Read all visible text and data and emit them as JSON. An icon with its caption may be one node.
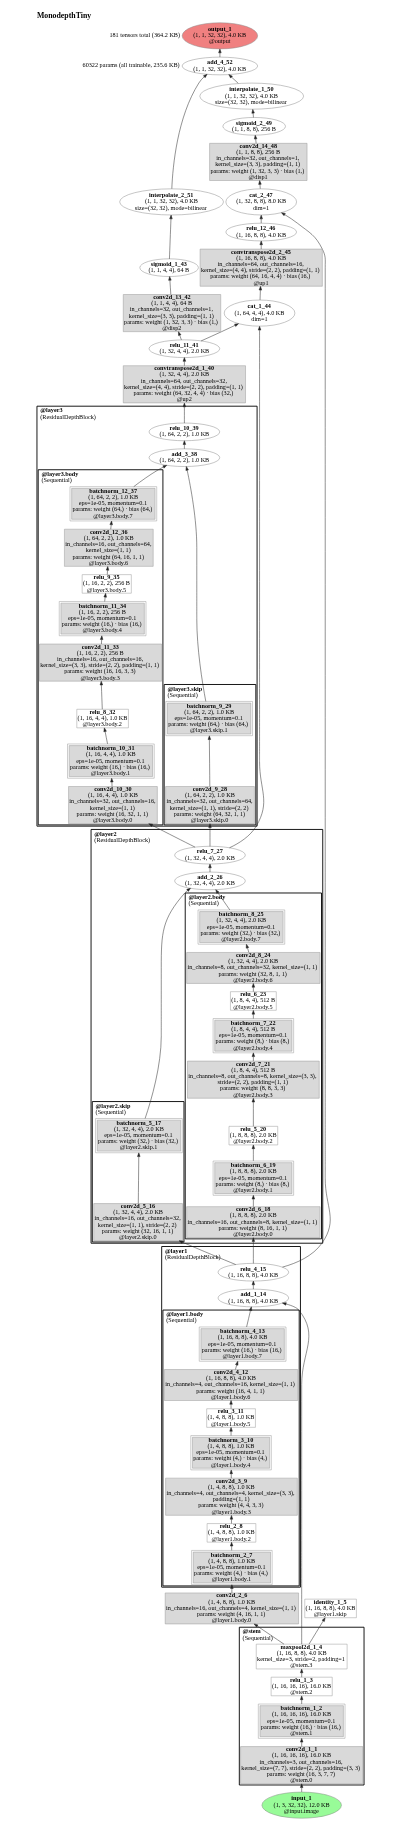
{
  "diagram": {
    "title": "MonodepthTiny",
    "labels": [
      "181 tensors total (364.2 KB)",
      "60322 params (all trainable, 235.6 KB)"
    ],
    "nodes": [
      {
        "text": [
          "output_1",
          "(1, 1, 32, 32), 4.0 KB",
          "@output"
        ]
      },
      {
        "text": [
          "add_4_52",
          "(1, 1, 32, 32), 4.0 KB"
        ]
      },
      {
        "text": [
          "interpolate_1_50",
          "(1, 1, 32, 32), 4.0 KB",
          "size=(32, 32), mode=bilinear"
        ]
      },
      {
        "text": [
          "sigmoid_2_49",
          "(1, 1, 8, 8), 256 B"
        ]
      },
      {
        "text": [
          "conv2d_14_48",
          "(1, 1, 8, 8), 256 B",
          "in_channels=32, out_channels=1, kernel_size=(3, 3), padding=(1, 1)",
          "params: weight (1, 32, 3, 3) · bias (1,)",
          "@disp1"
        ]
      },
      {
        "text": [
          "cat_2_47",
          "(1, 32, 8, 8), 8.0 KB",
          "dim=1"
        ]
      },
      {
        "text": [
          "interpolate_2_51",
          "(1, 1, 32, 32), 4.0 KB",
          "size=(32, 32), mode=bilinear"
        ]
      },
      {
        "text": [
          "relu_12_46",
          "(1, 16, 8, 8), 4.0 KB"
        ]
      },
      {
        "text": [
          "sigmoid_1_43",
          "(1, 1, 4, 4), 64 B"
        ]
      },
      {
        "text": [
          "convtranspose2d_2_45",
          "(1, 16, 8, 8), 4.0 KB",
          "in_channels=64, out_channels=16, kernel_size=(4, 4), stride=(2, 2), padding=(1, 1)",
          "params: weight (64, 16, 4, 4) · bias (16,)",
          "@up1"
        ]
      },
      {
        "text": [
          "conv2d_13_42",
          "(1, 1, 4, 4), 64 B",
          "in_channels=32, out_channels=1, kernel_size=(3, 3), padding=(1, 1)",
          "params: weight (1, 32, 3, 3) · bias (1,)",
          "@disp2"
        ]
      },
      {
        "text": [
          "cat_1_44",
          "(1, 64, 4, 4), 4.0 KB",
          "dim=1"
        ]
      },
      {
        "text": [
          "relu_11_41",
          "(1, 32, 4, 4), 2.0 KB"
        ]
      },
      {
        "text": [
          "convtranspose2d_1_40",
          "(1, 32, 4, 4), 2.0 KB",
          "in_channels=64, out_channels=32, kernel_size=(4, 4), stride=(2, 2), padding=(1, 1)",
          "params: weight (64, 32, 4, 4) · bias (32,)",
          "@up2"
        ]
      },
      {
        "text": [
          "@layer3",
          "(ResidualDepthBlock)"
        ]
      },
      {
        "text": [
          "relu_10_39",
          "(1, 64, 2, 2), 1.0 KB"
        ],
        "in": 14
      },
      {
        "text": [
          "add_3_38",
          "(1, 64, 2, 2), 1.0 KB"
        ],
        "in": 14
      },
      {
        "text": [
          "@layer3.body",
          "(Sequential)"
        ],
        "in": 14
      },
      {
        "text": [
          "batchnorm_12_37",
          "(1, 64, 2, 2), 1.0 KB",
          "eps=1e-05, momentum=0.1",
          "params: weight (64,) · bias (64,)",
          "@layer3.body.7"
        ],
        "in": 17
      },
      {
        "text": [
          "conv2d_12_36",
          "(1, 64, 2, 2), 1.0 KB",
          "in_channels=16, out_channels=64, kernel_size=(1, 1)",
          "params: weight (64, 16, 1, 1)",
          "@layer3.body.6"
        ],
        "in": 17
      },
      {
        "text": [
          "relu_9_35",
          "(1, 16, 2, 2), 256 B",
          "@layer3.body.5"
        ],
        "in": 17
      },
      {
        "text": [
          "batchnorm_11_34",
          "(1, 16, 2, 2), 256 B",
          "eps=1e-05, momentum=0.1",
          "params: weight (16,) · bias (16,)",
          "@layer3.body.4"
        ],
        "in": 17
      },
      {
        "text": [
          "conv2d_11_33",
          "(1, 16, 2, 2), 256 B",
          "in_channels=16, out_channels=16, kernel_size=(3, 3), stride=(2, 2), padding=(1, 1)",
          "params: weight (16, 16, 3, 3)",
          "@layer3.body.3"
        ],
        "in": 17
      },
      {
        "text": [
          "relu_8_32",
          "(1, 16, 4, 4), 1.0 KB",
          "@layer3.body.2"
        ],
        "in": 17
      },
      {
        "text": [
          "batchnorm_10_31",
          "(1, 16, 4, 4), 1.0 KB",
          "eps=1e-05, momentum=0.1",
          "params: weight (16,) · bias (16,)",
          "@layer3.body.1"
        ],
        "in": 17
      },
      {
        "text": [
          "conv2d_10_30",
          "(1, 16, 4, 4), 1.0 KB",
          "in_channels=32, out_channels=16, kernel_size=(1, 1)",
          "params: weight (16, 32, 1, 1)",
          "@layer3.body.0"
        ],
        "in": 17
      },
      {
        "text": [
          "@layer3.skip",
          "(Sequential)"
        ],
        "in": 14
      },
      {
        "text": [
          "batchnorm_9_29",
          "(1, 64, 2, 2), 1.0 KB",
          "eps=1e-05, momentum=0.1",
          "params: weight (64,) · bias (64,)",
          "@layer3.skip.1"
        ],
        "in": 26
      },
      {
        "text": [
          "conv2d_9_28",
          "(1, 64, 2, 2), 1.0 KB",
          "in_channels=32, out_channels=64, kernel_size=(1, 1), stride=(2, 2)",
          "params: weight (64, 32, 1, 1)",
          "@layer3.skip.0"
        ],
        "in": 26
      },
      {
        "text": [
          "@layer2",
          "(ResidualDepthBlock)"
        ]
      },
      {
        "text": [
          "relu_7_27",
          "(1, 32, 4, 4), 2.0 KB"
        ],
        "in": 29
      },
      {
        "text": [
          "add_2_26",
          "(1, 32, 4, 4), 2.0 KB"
        ],
        "in": 29
      },
      {
        "text": [
          "@layer2.skip",
          "(Sequential)"
        ],
        "in": 29
      },
      {
        "text": [
          "batchnorm_5_17",
          "(1, 32, 4, 4), 2.0 KB",
          "eps=1e-05, momentum=0.1",
          "params: weight (32,) · bias (32,)",
          "@layer2.skip.1"
        ],
        "in": 32
      },
      {
        "text": [
          "conv2d_5_16",
          "(1, 32, 4, 4), 2.0 KB",
          "in_channels=16, out_channels=32, kernel_size=(1, 1), stride=(2, 2)",
          "params: weight (32, 16, 1, 1)",
          "@layer2.skip.0"
        ],
        "in": 32
      },
      {
        "text": [
          "@layer2.body",
          "(Sequential)"
        ],
        "in": 29
      },
      {
        "text": [
          "batchnorm_8_25",
          "(1, 32, 4, 4), 2.0 KB",
          "eps=1e-05, momentum=0.1",
          "params: weight (32,) · bias (32,)",
          "@layer2.body.7"
        ],
        "in": 35
      },
      {
        "text": [
          "conv2d_8_24",
          "(1, 32, 4, 4), 2.0 KB",
          "in_channels=8, out_channels=32, kernel_size=(1, 1)",
          "params: weight (32, 8, 1, 1)",
          "@layer2.body.6"
        ],
        "in": 35
      },
      {
        "text": [
          "relu_6_23",
          "(1, 8, 4, 4), 512 B",
          "@layer2.body.5"
        ],
        "in": 35
      },
      {
        "text": [
          "batchnorm_7_22",
          "(1, 8, 4, 4), 512 B",
          "eps=1e-05, momentum=0.1",
          "params: weight (8,) · bias (8,)",
          "@layer2.body.4"
        ],
        "in": 35
      },
      {
        "text": [
          "conv2d_7_21",
          "(1, 8, 4, 4), 512 B",
          "in_channels=8, out_channels=8, kernel_size=(3, 3), stride=(2, 2), padding=(1, 1)",
          "params: weight (8, 8, 3, 3)",
          "@layer2.body.3"
        ],
        "in": 35
      },
      {
        "text": [
          "relu_5_20",
          "(1, 8, 8, 8), 2.0 KB",
          "@layer2.body.2"
        ],
        "in": 35
      },
      {
        "text": [
          "batchnorm_6_19",
          "(1, 8, 8, 8), 2.0 KB",
          "eps=1e-05, momentum=0.1",
          "params: weight (8,) · bias (8,)",
          "@layer2.body.1"
        ],
        "in": 35
      },
      {
        "text": [
          "conv2d_6_18",
          "(1, 8, 8, 8), 2.0 KB",
          "in_channels=16, out_channels=8, kernel_size=(1, 1)",
          "params: weight (8, 16, 1, 1)",
          "@layer2.body.0"
        ],
        "in": 35
      },
      {
        "text": [
          "@layer1",
          "(ResidualDepthBlock)"
        ]
      },
      {
        "text": [
          "relu_4_15",
          "(1, 16, 8, 8), 4.0 KB"
        ],
        "in": 44
      },
      {
        "text": [
          "add_1_14",
          "(1, 16, 8, 8), 4.0 KB"
        ],
        "in": 44
      },
      {
        "text": [
          "@layer1.body",
          "(Sequential)"
        ],
        "in": 44
      },
      {
        "text": [
          "batchnorm_4_13",
          "(1, 16, 8, 8), 4.0 KB",
          "eps=1e-05, momentum=0.1",
          "params: weight (16,) · bias (16,)",
          "@layer1.body.7"
        ],
        "in": 47
      },
      {
        "text": [
          "conv2d_4_12",
          "(1, 16, 8, 8), 4.0 KB",
          "in_channels=4, out_channels=16, kernel_size=(1, 1)",
          "params: weight (16, 4, 1, 1)",
          "@layer1.body.6"
        ],
        "in": 47
      },
      {
        "text": [
          "relu_3_11",
          "(1, 4, 8, 8), 1.0 KB",
          "@layer1.body.5"
        ],
        "in": 47
      },
      {
        "text": [
          "batchnorm_3_10",
          "(1, 4, 8, 8), 1.0 KB",
          "eps=1e-05, momentum=0.1",
          "params: weight (4,) · bias (4,)",
          "@layer1.body.4"
        ],
        "in": 47
      },
      {
        "text": [
          "conv2d_3_9",
          "(1, 4, 8, 8), 1.0 KB",
          "in_channels=4, out_channels=4, kernel_size=(3, 3), padding=(1, 1)",
          "params: weight (4, 4, 3, 3)",
          "@layer1.body.3"
        ],
        "in": 47
      },
      {
        "text": [
          "relu_2_8",
          "(1, 4, 8, 8), 1.0 KB",
          "@layer1.body.2"
        ],
        "in": 47
      },
      {
        "text": [
          "batchnorm_2_7",
          "(1, 4, 8, 8), 1.0 KB",
          "eps=1e-05, momentum=0.1",
          "params: weight (4,) · bias (4,)",
          "@layer1.body.1"
        ],
        "in": 47
      },
      {
        "text": [
          "identity_1_5",
          "(1, 16, 8, 8), 4.0 KB",
          "@layer1.skip"
        ]
      },
      {
        "text": [
          "conv2d_2_6",
          "(1, 4, 8, 8), 1.0 KB",
          "in_channels=16, out_channels=4, kernel_size=(1, 1)",
          "params: weight (4, 16, 1, 1)",
          "@layer1.body.0"
        ]
      },
      {
        "text": [
          "@stem",
          "(Sequential)"
        ]
      },
      {
        "text": [
          "maxpool2d_1_4",
          "(1, 16, 8, 8), 4.0 KB",
          "kernel_size=3, stride=2, padding=1",
          "@stem.3"
        ],
        "in": 57
      },
      {
        "text": [
          "relu_1_3",
          "(1, 16, 16, 16), 16.0 KB",
          "@stem.2"
        ],
        "in": 57
      },
      {
        "text": [
          "batchnorm_1_2",
          "(1, 16, 16, 16), 16.0 KB",
          "eps=1e-05, momentum=0.1",
          "params: weight (16,) · bias (16,)",
          "@stem.1"
        ],
        "in": 57
      },
      {
        "text": [
          "conv2d_1_1",
          "(1, 16, 16, 16), 16.0 KB",
          "in_channels=3, out_channels=16, kernel_size=(7, 7), stride=(2, 2), padding=(3, 3)",
          "params: weight (16, 3, 7, 7)",
          "@stem.0"
        ],
        "in": 57
      },
      {
        "text": [
          "input_1",
          "(1, 3, 32, 32), 12.0 KB",
          "@input.image"
        ]
      }
    ],
    "edges": [
      {
        "from": 62,
        "to": 61,
        "arrow": "to"
      },
      {
        "from": 61,
        "to": 60,
        "arrow": "to"
      },
      {
        "from": 60,
        "to": 59,
        "arrow": "to"
      },
      {
        "from": 59,
        "to": 58,
        "arrow": "to"
      },
      {
        "from": 58,
        "to": 55,
        "arrow": "to"
      },
      {
        "from": 58,
        "to": 56,
        "arrow": "to"
      },
      {
        "from": 58,
        "to": 46,
        "arrow": "to"
      },
      {
        "from": 56,
        "to": 54,
        "arrow": "to"
      },
      {
        "from": 54,
        "to": 53,
        "arrow": "to"
      },
      {
        "from": 53,
        "to": 52,
        "arrow": "to"
      },
      {
        "from": 52,
        "to": 51,
        "arrow": "to"
      },
      {
        "from": 51,
        "to": 50,
        "arrow": "to"
      },
      {
        "from": 50,
        "to": 49,
        "arrow": "to"
      },
      {
        "from": 49,
        "to": 48,
        "arrow": "to"
      },
      {
        "from": 48,
        "to": 46,
        "arrow": "to"
      },
      {
        "from": 46,
        "to": 45,
        "arrow": "to"
      },
      {
        "from": 45,
        "to": 34,
        "arrow": "to"
      },
      {
        "from": 34,
        "to": 33,
        "arrow": "to"
      },
      {
        "from": 33,
        "to": 31,
        "arrow": "to"
      },
      {
        "from": 45,
        "to": 43,
        "arrow": "to"
      },
      {
        "from": 43,
        "to": 42,
        "arrow": "to"
      },
      {
        "from": 42,
        "to": 41,
        "arrow": "to"
      },
      {
        "from": 41,
        "to": 40,
        "arrow": "to"
      },
      {
        "from": 40,
        "to": 39,
        "arrow": "to"
      },
      {
        "from": 39,
        "to": 38,
        "arrow": "to"
      },
      {
        "from": 38,
        "to": 37,
        "arrow": "to"
      },
      {
        "from": 37,
        "to": 36,
        "arrow": "to"
      },
      {
        "from": 36,
        "to": 31,
        "arrow": "to"
      },
      {
        "from": 31,
        "to": 30,
        "arrow": "to"
      },
      {
        "from": 30,
        "to": 28,
        "arrow": "to"
      },
      {
        "from": 28,
        "to": 27,
        "arrow": "to"
      },
      {
        "from": 27,
        "to": 16,
        "arrow": "to"
      },
      {
        "from": 30,
        "to": 25,
        "arrow": "to"
      },
      {
        "from": 25,
        "to": 24,
        "arrow": "to"
      },
      {
        "from": 24,
        "to": 23,
        "arrow": "to"
      },
      {
        "from": 23,
        "to": 22,
        "arrow": "to"
      },
      {
        "from": 22,
        "to": 21,
        "arrow": "to"
      },
      {
        "from": 21,
        "to": 20,
        "arrow": "to"
      },
      {
        "from": 20,
        "to": 19,
        "arrow": "to"
      },
      {
        "from": 19,
        "to": 18,
        "arrow": "to"
      },
      {
        "from": 18,
        "to": 16,
        "arrow": "to"
      },
      {
        "from": 16,
        "to": 15,
        "arrow": "to"
      },
      {
        "from": 15,
        "to": 13,
        "arrow": "to"
      },
      {
        "from": 13,
        "to": 12,
        "arrow": "to"
      },
      {
        "from": 12,
        "to": 10,
        "arrow": "to"
      },
      {
        "from": 10,
        "to": 8,
        "arrow": "to"
      },
      {
        "from": 12,
        "to": 11,
        "arrow": "to"
      },
      {
        "from": 30,
        "to": 11,
        "arrow": "to"
      },
      {
        "from": 8,
        "to": 6,
        "arrow": "to"
      },
      {
        "from": 11,
        "to": 9,
        "arrow": "to"
      },
      {
        "from": 9,
        "to": 7,
        "arrow": "to"
      },
      {
        "from": 7,
        "to": 5,
        "arrow": "to"
      },
      {
        "from": 45,
        "to": 5,
        "arrow": "to"
      },
      {
        "from": 5,
        "to": 4,
        "arrow": "to"
      },
      {
        "from": 4,
        "to": 3,
        "arrow": "to"
      },
      {
        "from": 3,
        "to": 2,
        "arrow": "to"
      },
      {
        "from": 2,
        "to": 1,
        "arrow": "to"
      },
      {
        "from": 6,
        "to": 1,
        "arrow": "to"
      },
      {
        "from": 1,
        "to": 0,
        "arrow": "to"
      }
    ]
  }
}
